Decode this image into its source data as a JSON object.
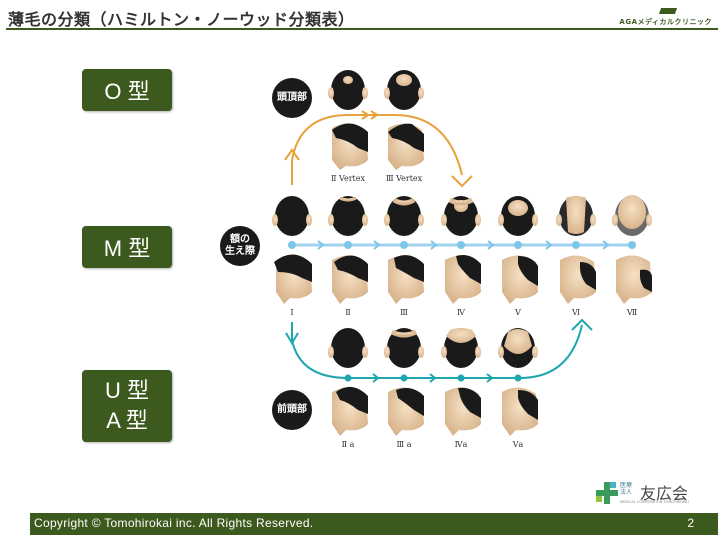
{
  "header": {
    "title": "薄毛の分類（ハミルトン・ノーウッド分類表）",
    "brand": "AGAメディカルクリニック"
  },
  "types": {
    "o": "O 型",
    "m": "M 型",
    "u_line1": "U 型",
    "u_line2": "A 型"
  },
  "circle_labels": {
    "crown": "頭頂部",
    "hairline_1": "額の",
    "hairline_2": "生え際",
    "front": "前頭部"
  },
  "stages": {
    "vertex": [
      "Ⅱ Vertex",
      "Ⅲ Vertex"
    ],
    "main": [
      "Ⅰ",
      "Ⅱ",
      "Ⅲ",
      "Ⅳ",
      "Ⅴ",
      "Ⅵ",
      "Ⅶ"
    ],
    "anterior": [
      "Ⅱ a",
      "Ⅲ a",
      "Ⅳa",
      "Ⅴa"
    ]
  },
  "footer": {
    "copyright": "Copyright © Tomohirokai inc. All Rights Reserved.",
    "page": "2"
  },
  "org": {
    "name": "友広会",
    "corp": "医療 法人",
    "sub": "MEDICAL CORPORATION TOMOHIROKAI"
  },
  "colors": {
    "green": "#3d5a1e",
    "arrow_orange": "#e9a23b",
    "arrow_teal": "#1fa7b0",
    "blue_line": "#9fd3ef"
  }
}
